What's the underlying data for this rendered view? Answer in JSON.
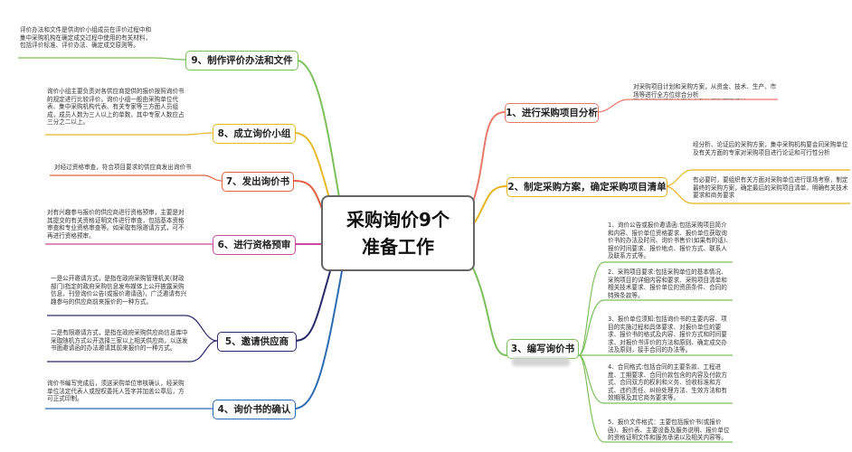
{
  "center": {
    "line1": "采购询价9个",
    "line2": "准备工作"
  },
  "branches": {
    "b1": {
      "label": "1、进行采购项目分析",
      "note": "对采购项目计划和采购方案，从资金、技术、生产、市场等进行全方位综合分析\n确定科学的采购方案和完整的采购项目清单",
      "color": "#e87a6a"
    },
    "b2": {
      "label": "2、制定采购方案，确定采购项目清单",
      "note_a": "经分析、论证后的采购方案，集中采购机构要会同采购单位及有关方面的专家对采购项目进行论证和可行性分析",
      "note_b": "有必要时，要组织有关方面对采购单位进行现场考察，制定最终的采购方案，确定最后的采购项目清单，明确有关技术要求和商务要求",
      "color": "#e5b51c"
    },
    "b3": {
      "label": "3、编写询价书",
      "color": "#7cc05b",
      "subs": [
        "1、询价公告或报价邀请函:包括采购项目简介和内容、报价单位资格要求、报价单位获取询价书的办法及时间、询价书售价(如果有的话)、报价时间要求、报价地点、报价方式、联系人及联系方式等。",
        "2、采购项目要求:包括采购单位的基本情况、采购项目的详细内容和要求、采购项目清单和相关技术要求、报价单位的资质条件、合同的特殊条款等。",
        "3、报价单位须知:包括询价书的主要内容、项目的实施过程和具体要求、对报价单位的要求、报价书的格式及内容、报价方式和时间要求、对报价书评价的方法和原则、确定成交办法及原则，接手合同的办法等。",
        "4、合同格式:包括合同的主要条款、工程进度、工期要求、合同价款包含的内容及付款方式、合同双方的权利和义务、验收标准和方式、违约责任、纠纷处理方法、生效方法和有效期限及其它商务要求等。",
        "5、报价文件格式：主要包括报价书(或报价函)、报价表、主要设备及服务说明、报价单位的资格证明文件和服务承诺以及相关内容等。"
      ]
    },
    "b4": {
      "label": "4、询价书的确认",
      "note": "询价书编写完成后，须送采购单位审核确认，经采购单位法定代表人或授权委托人签字并加盖公章后，方可正式印制。",
      "color": "#2b6bb4"
    },
    "b5": {
      "label": "5、邀请供应商",
      "note_a": "一是公开邀请方式，是指在政府采购管理机关(财政部门)指定的政府采购信息发布媒体上公开披露采购信息，刊登询价公告(或报价邀请函)，广泛邀请有兴趣参与的供应商前来报价的一种方式。",
      "note_b": "二是有限邀请方式，是指在政府采购供应商信息库中采取随机方式公开选择三家以上相关供应商，以送发书面邀请函的办法邀请其前来报价的一种方式。",
      "color": "#2a2a6a"
    },
    "b6": {
      "label": "6、进行资格预审",
      "note": "对有兴趣参与报价的供应商进行资格预审，主要是对其提交的有关资格证明文件进行审查，包括基本资格审查和专业资格审查等。如采取有限邀请方式，可不再进行资格预审。",
      "color": "#c84a9c"
    },
    "b7": {
      "label": "7、发出询价书",
      "note": "对经过资格审查，符合项目要求的供应商发出询价书",
      "color": "#e06040"
    },
    "b8": {
      "label": "8、成立询价小组",
      "note": "询价小组主要负责对各供应商提供的报价按照询价书的规定进行比较评价。询价小组一般由采购单位代表、集中采购机构代表、有关专家等三方面人员组成，成员人数为三人以上的单数，其中专家人数应占三分之二以上。",
      "color": "#e6b92a"
    },
    "b9": {
      "label": "9、制作评价办法和文件",
      "note": "评价办法和文件是供询价小组成员在评价过程中和集中采购机构在确定成交过程中使用的有关材料，包括评价标准、评价办法、确定成交原则等。",
      "color": "#7cc05b"
    }
  }
}
